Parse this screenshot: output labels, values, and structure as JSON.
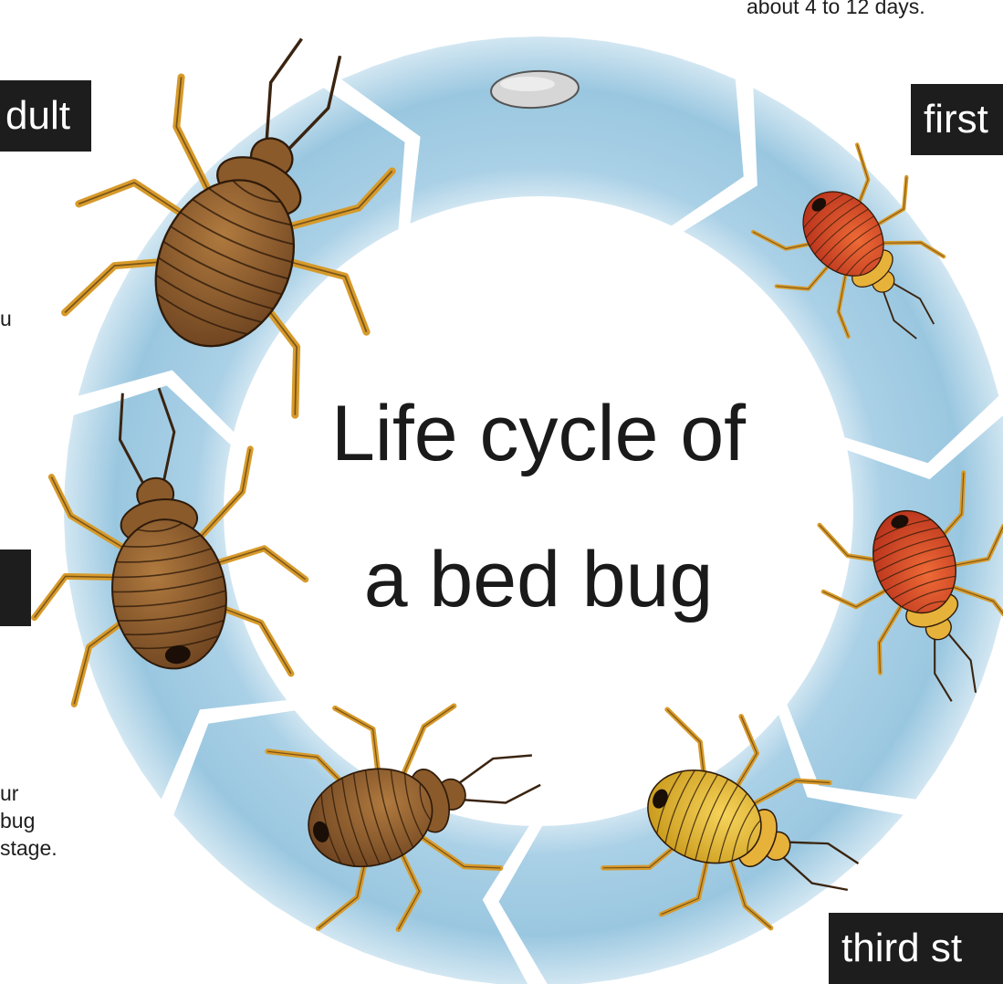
{
  "title": {
    "line1": "Life cycle of",
    "line2": "a bed bug"
  },
  "stage_labels": {
    "adult": "dult",
    "first": "first",
    "third": "third st"
  },
  "captions": {
    "top_right": "about 4 to 12 days.",
    "left_mid": "u",
    "bottom_left_1": "ur",
    "bottom_left_2": "bug",
    "bottom_left_3": "stage."
  },
  "stages": [
    {
      "name": "egg",
      "color": "#d9d9d9"
    },
    {
      "name": "first-nymph",
      "color": "#d9462a"
    },
    {
      "name": "second-nymph",
      "color": "#d24a26"
    },
    {
      "name": "third-nymph",
      "color": "#e6b52a"
    },
    {
      "name": "fourth-nymph",
      "color": "#8a5a28"
    },
    {
      "name": "fifth-nymph",
      "color": "#8c5a2b"
    },
    {
      "name": "adult",
      "color": "#8b5a2b"
    }
  ],
  "colors": {
    "ring_dark": "#7fb6d6",
    "ring_light": "#d8ebf5",
    "label_bg": "#1d1d1d",
    "leg": "#d79a2a"
  }
}
